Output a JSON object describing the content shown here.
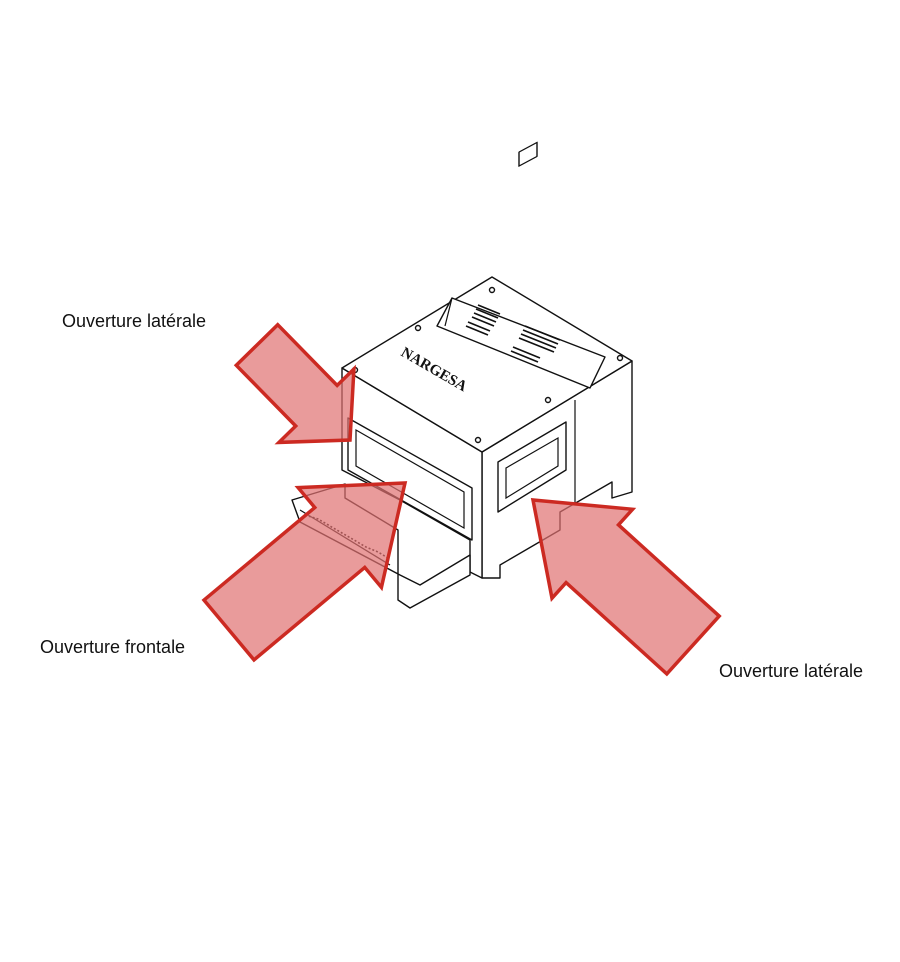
{
  "labels": {
    "side_top": "Ouverture latérale",
    "front": "Ouverture frontale",
    "side_right": "Ouverture latérale"
  },
  "brand": "NARGESA",
  "colors": {
    "arrow_fill": "#e07070",
    "arrow_stroke": "#cc2a22"
  }
}
